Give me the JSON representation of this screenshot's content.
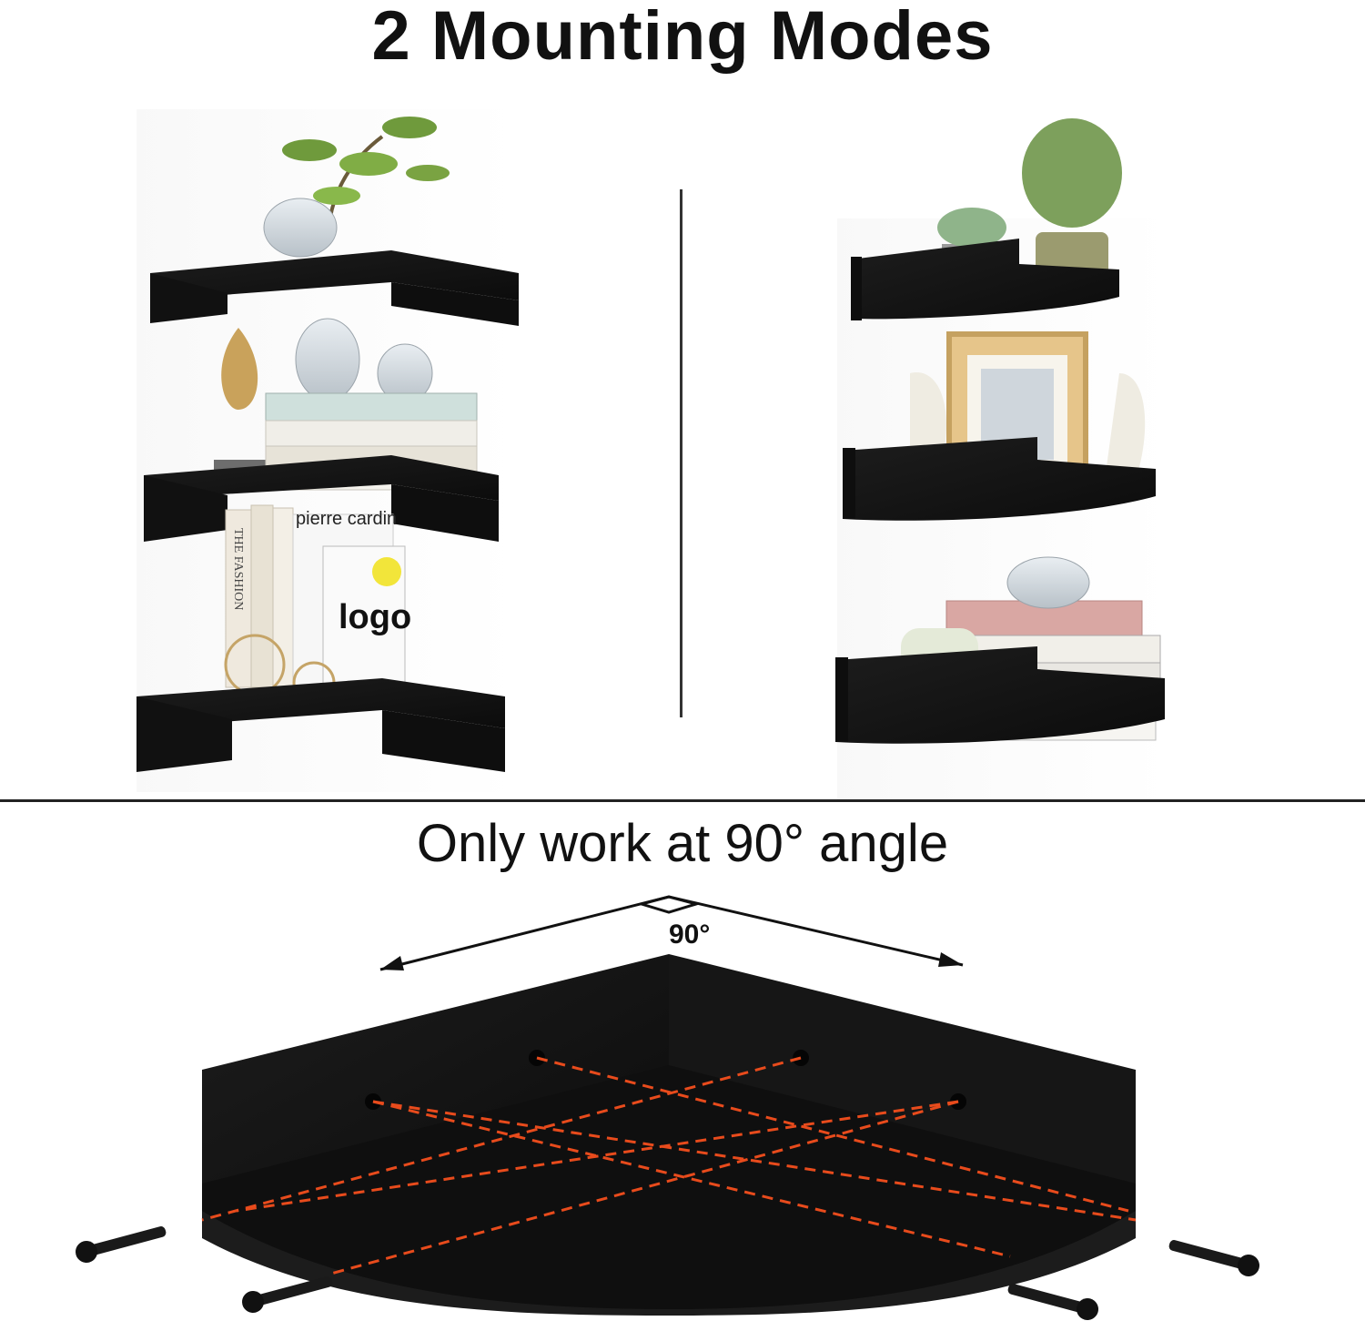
{
  "headline": "2 Mounting Modes",
  "subhead": "Only work at 90° angle",
  "angle_label": "90°",
  "book_cover_text": "pierre cardin",
  "book_logo_text": "logo",
  "book_spine_text": "THE FASHION",
  "colors": {
    "shelf": "#141414",
    "shelf_edge": "#2a2a2a",
    "dashed_guide": "#e84b1c",
    "text": "#111111"
  },
  "icons": [
    "screw-icon",
    "plant-icon",
    "vase-icon",
    "book-icon",
    "frame-icon"
  ]
}
